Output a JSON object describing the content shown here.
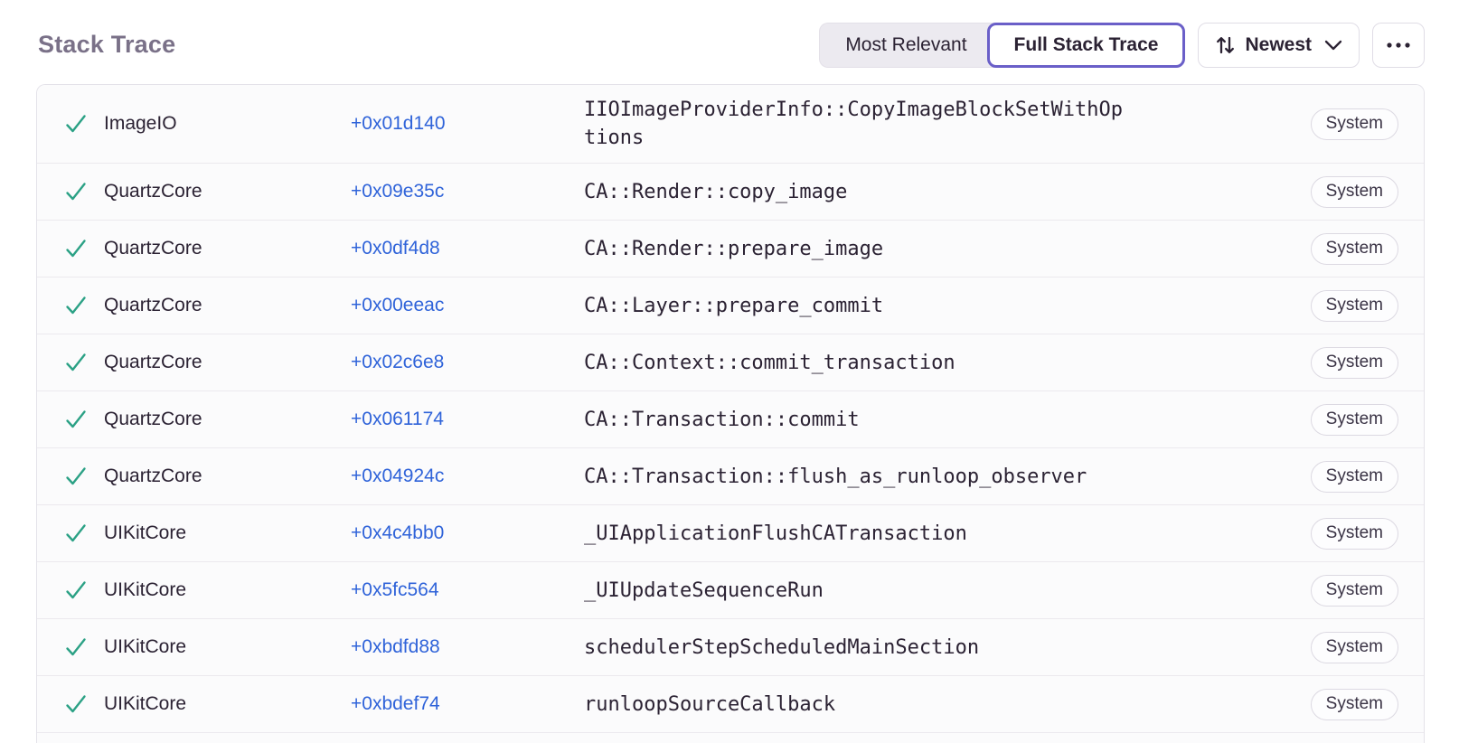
{
  "header": {
    "title": "Stack Trace",
    "view_options": [
      {
        "label": "Most Relevant",
        "active": false
      },
      {
        "label": "Full Stack Trace",
        "active": true
      }
    ],
    "sort": {
      "label": "Newest",
      "icon": "sort-arrows-icon",
      "chevron": "chevron-down-icon"
    },
    "more": {
      "icon": "ellipsis-icon"
    }
  },
  "colors": {
    "accent_purple": "#6a5fc8",
    "link_blue": "#2f63d9",
    "success_green": "#2ba185",
    "title_gray": "#7a7188"
  },
  "stack_trace": {
    "status_icon": "check-icon",
    "frames": [
      {
        "module": "ImageIO",
        "address": "+0x01d140",
        "function": "IIOImageProviderInfo::CopyImageBlockSetWithOptions",
        "badge": "System"
      },
      {
        "module": "QuartzCore",
        "address": "+0x09e35c",
        "function": "CA::Render::copy_image",
        "badge": "System"
      },
      {
        "module": "QuartzCore",
        "address": "+0x0df4d8",
        "function": "CA::Render::prepare_image",
        "badge": "System"
      },
      {
        "module": "QuartzCore",
        "address": "+0x00eeac",
        "function": "CA::Layer::prepare_commit",
        "badge": "System"
      },
      {
        "module": "QuartzCore",
        "address": "+0x02c6e8",
        "function": "CA::Context::commit_transaction",
        "badge": "System"
      },
      {
        "module": "QuartzCore",
        "address": "+0x061174",
        "function": "CA::Transaction::commit",
        "badge": "System"
      },
      {
        "module": "QuartzCore",
        "address": "+0x04924c",
        "function": "CA::Transaction::flush_as_runloop_observer",
        "badge": "System"
      },
      {
        "module": "UIKitCore",
        "address": "+0x4c4bb0",
        "function": "_UIApplicationFlushCATransaction",
        "badge": "System"
      },
      {
        "module": "UIKitCore",
        "address": "+0x5fc564",
        "function": "_UIUpdateSequenceRun",
        "badge": "System"
      },
      {
        "module": "UIKitCore",
        "address": "+0xbdfd88",
        "function": "schedulerStepScheduledMainSection",
        "badge": "System"
      },
      {
        "module": "UIKitCore",
        "address": "+0xbdef74",
        "function": "runloopSourceCallback",
        "badge": "System"
      }
    ]
  }
}
